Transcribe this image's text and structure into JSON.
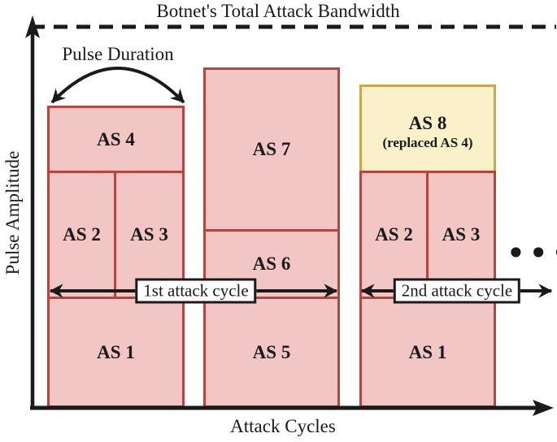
{
  "title": "Botnet's Total Attack Bandwidth",
  "axes": {
    "y_label": "Pulse Amplitude",
    "x_label": "Attack Cycles"
  },
  "annotations": {
    "pulse_duration_label": "Pulse Duration",
    "first_cycle_label": "1st attack cycle",
    "second_cycle_label": "2nd attack cycle",
    "continuation_dots": "•••"
  },
  "blocks": {
    "p1_as4": "AS 4",
    "p1_as2": "AS 2",
    "p1_as3": "AS 3",
    "p1_as1": "AS 1",
    "p2_as7": "AS 7",
    "p2_as6": "AS 6",
    "p2_as5": "AS 5",
    "p3_as8_title": "AS 8",
    "p3_as8_sub": "(replaced AS 4)",
    "p3_as2": "AS 2",
    "p3_as3": "AS 3",
    "p3_as1": "AS 1"
  },
  "colors": {
    "block_fill": "#f2c6c4",
    "block_border": "#b5463f",
    "highlight_fill": "#faf0ca",
    "highlight_border": "#c8a949",
    "ink": "#1a1a1a"
  }
}
